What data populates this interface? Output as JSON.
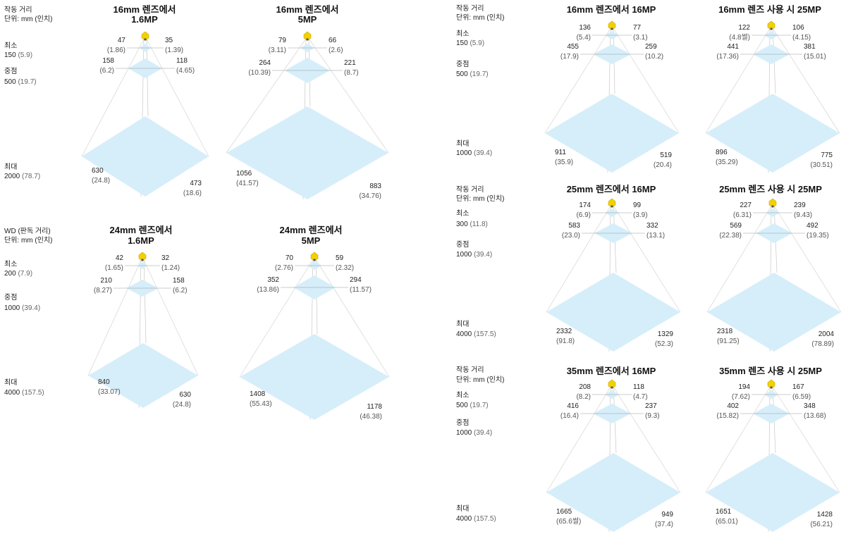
{
  "groups": [
    {
      "header": [
        "작동 거리",
        "단위: mm (인치)"
      ],
      "rows": [
        {
          "name": "최소",
          "mm": "150",
          "in": "(5.9)"
        },
        {
          "name": "중점",
          "mm": "500",
          "in": "(19.7)"
        },
        {
          "name": "최대",
          "mm": "2000",
          "in": "(78.7)"
        }
      ]
    },
    {
      "header": [
        "WD (판독 거리)",
        "단위: mm (인치)"
      ],
      "rows": [
        {
          "name": "최소",
          "mm": "200",
          "in": "(7.9)"
        },
        {
          "name": "중점",
          "mm": "1000",
          "in": "(39.4)"
        },
        {
          "name": "최대",
          "mm": "4000",
          "in": "(157.5)"
        }
      ]
    },
    {
      "header": [
        "작동 거리",
        "단위: mm (인치)"
      ],
      "rows": [
        {
          "name": "최소",
          "mm": "150",
          "in": "(5.9)"
        },
        {
          "name": "중점",
          "mm": "500",
          "in": "(19.7)"
        },
        {
          "name": "최대",
          "mm": "1000",
          "in": "(39.4)"
        }
      ]
    },
    {
      "header": [
        "작동 거리",
        "단위: mm (인치)"
      ],
      "rows": [
        {
          "name": "최소",
          "mm": "300",
          "in": "(11.8)"
        },
        {
          "name": "중점",
          "mm": "1000",
          "in": "(39.4)"
        },
        {
          "name": "최대",
          "mm": "4000",
          "in": "(157.5)"
        }
      ]
    },
    {
      "header": [
        "작동 거리",
        "단위: mm (인치)"
      ],
      "rows": [
        {
          "name": "최소",
          "mm": "500",
          "in": "(19.7)"
        },
        {
          "name": "중점",
          "mm": "1000",
          "in": "(39.4)"
        },
        {
          "name": "최대",
          "mm": "4000",
          "in": "(157.5)"
        }
      ]
    }
  ],
  "diagrams": [
    {
      "title": [
        "16mm 렌즈에서",
        "1.6MP"
      ],
      "fields": [
        [
          "47",
          "(1.86)",
          "35",
          "(1.39)"
        ],
        [
          "158",
          "(6.2)",
          "118",
          "(4.65)"
        ],
        [
          "630",
          "(24.8)",
          "473",
          "(18.6)"
        ]
      ]
    },
    {
      "title": [
        "16mm 렌즈에서",
        "5MP"
      ],
      "fields": [
        [
          "79",
          "(3.11)",
          "66",
          "(2.6)"
        ],
        [
          "264",
          "(10.39)",
          "221",
          "(8.7)"
        ],
        [
          "1056",
          "(41.57)",
          "883",
          "(34.76)"
        ]
      ]
    },
    {
      "title": [
        "24mm 렌즈에서",
        "1.6MP"
      ],
      "fields": [
        [
          "42",
          "(1.65)",
          "32",
          "(1.24)"
        ],
        [
          "210",
          "(8.27)",
          "158",
          "(6.2)"
        ],
        [
          "840",
          "(33.07)",
          "630",
          "(24.8)"
        ]
      ]
    },
    {
      "title": [
        "24mm 렌즈에서",
        "5MP"
      ],
      "fields": [
        [
          "70",
          "(2.76)",
          "59",
          "(2.32)"
        ],
        [
          "352",
          "(13.86)",
          "294",
          "(11.57)"
        ],
        [
          "1408",
          "(55.43)",
          "1178",
          "(46.38)"
        ]
      ]
    },
    {
      "title": [
        "16mm 렌즈에서 16MP"
      ],
      "fields": [
        [
          "136",
          "(5.4)",
          "77",
          "(3.1)"
        ],
        [
          "455",
          "(17.9)",
          "259",
          "(10.2)"
        ],
        [
          "911",
          "(35.9)",
          "519",
          "(20.4)"
        ]
      ]
    },
    {
      "title": [
        "16mm 렌즈 사용 시 25MP"
      ],
      "fields": [
        [
          "122",
          "(4.8썰)",
          "106",
          "(4.15)"
        ],
        [
          "441",
          "(17.36)",
          "381",
          "(15.01)"
        ],
        [
          "896",
          "(35.29)",
          "775",
          "(30.51)"
        ]
      ]
    },
    {
      "title": [
        "25mm 렌즈에서 16MP"
      ],
      "fields": [
        [
          "174",
          "(6.9)",
          "99",
          "(3.9)"
        ],
        [
          "583",
          "(23.0)",
          "332",
          "(13.1)"
        ],
        [
          "2332",
          "(91.8)",
          "1329",
          "(52.3)"
        ]
      ]
    },
    {
      "title": [
        "25mm 렌즈 사용 시 25MP"
      ],
      "fields": [
        [
          "227",
          "(6.31)",
          "239",
          "(9.43)"
        ],
        [
          "569",
          "(22.38)",
          "492",
          "(19.35)"
        ],
        [
          "2318",
          "(91.25)",
          "2004",
          "(78.89)"
        ]
      ]
    },
    {
      "title": [
        "35mm 렌즈에서 16MP"
      ],
      "fields": [
        [
          "208",
          "(8.2)",
          "118",
          "(4.7)"
        ],
        [
          "416",
          "(16.4)",
          "237",
          "(9.3)"
        ],
        [
          "1665",
          "(65.6썰)",
          "949",
          "(37.4)"
        ]
      ]
    },
    {
      "title": [
        "35mm 렌즈 사용 시 25MP"
      ],
      "fields": [
        [
          "194",
          "(7.62)",
          "167",
          "(6.59)"
        ],
        [
          "402",
          "(15.82)",
          "348",
          "(13.68)"
        ],
        [
          "1651",
          "(65.01)",
          "1428",
          "(56.21)"
        ]
      ]
    }
  ]
}
